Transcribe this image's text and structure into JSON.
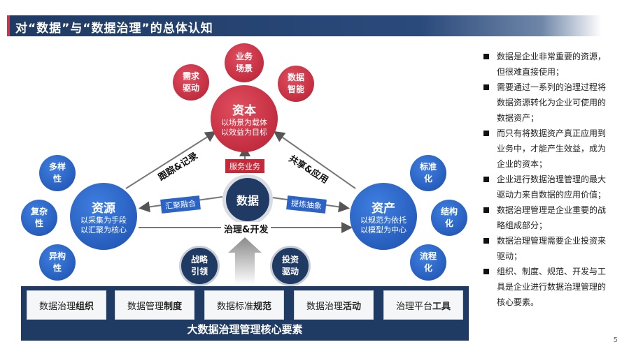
{
  "header": {
    "title": "对“数据”与“数据治理”的总体认知"
  },
  "page_number": "5",
  "diagram": {
    "capital": {
      "title": "资本",
      "sub1": "以场景为载体",
      "sub2": "以效益为目标"
    },
    "resource": {
      "title": "资源",
      "sub1": "以采集为手段",
      "sub2": "以汇聚为核心"
    },
    "asset": {
      "title": "资产",
      "sub1": "以规范为依托",
      "sub2": "以模型为中心"
    },
    "data_center": "数据",
    "capital_satellites": [
      "业务场景",
      "需求驱动",
      "数据智能"
    ],
    "resource_satellites": [
      "多样性",
      "复杂性",
      "异构性"
    ],
    "asset_satellites": [
      "标准化",
      "结构化",
      "流程化"
    ],
    "bottom_satellites": [
      "战略引领",
      "投资驱动"
    ],
    "edges": {
      "resource_to_capital": "跟踪&记录",
      "asset_to_capital": "共享&应用",
      "governance": "治理&开发",
      "serve_business": "服务业务",
      "aggregate": "汇聚融合",
      "extract": "提炼抽象"
    }
  },
  "core_elements": {
    "title": "大数据治理管理核心要素",
    "items": [
      {
        "prefix": "数据治理",
        "bold": "组织"
      },
      {
        "prefix": "数据管理",
        "bold": "制度"
      },
      {
        "prefix": "数据标准",
        "bold": "规范"
      },
      {
        "prefix": "数据治理",
        "bold": "活动"
      },
      {
        "prefix": "治理平台",
        "bold": "工具"
      }
    ]
  },
  "bullets": [
    "数据是企业非常重要的资源，但很难直接使用；",
    "需要通过一系列的治理过程将数据资源转化为企业可使用的数据资产；",
    "而只有将数据资产真正应用到业务中，才能产生效益，成为企业的资本；",
    "企业进行数据治理管理的最大驱动力来自数据的应用价值；",
    "数据治理管理是企业重要的战略组成部分；",
    "数据治理管理需要企业投资来驱动；",
    "组织、制度、规范、开发与工具是企业进行数据治理管理的核心要素。"
  ],
  "colors": {
    "red": "#c52a3b",
    "blue": "#2b63c7",
    "navy": "#1f3a63"
  }
}
